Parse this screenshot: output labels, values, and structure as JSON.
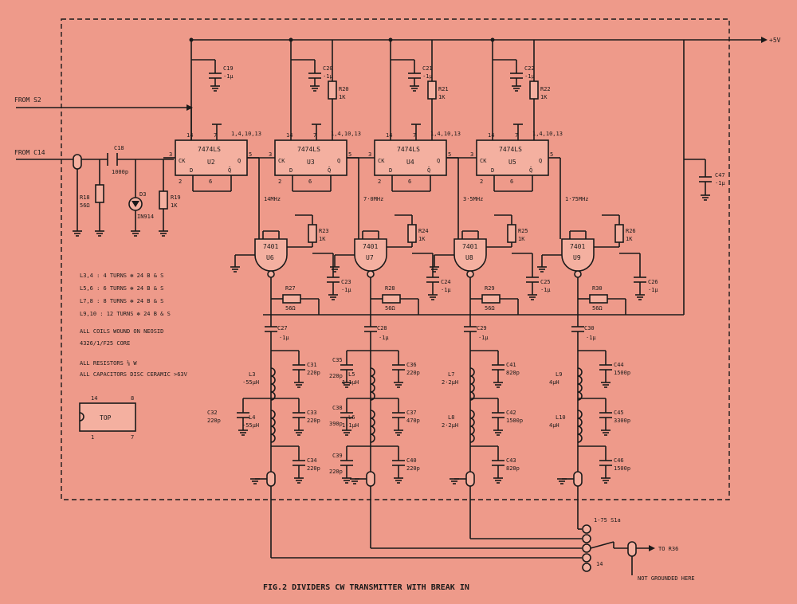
{
  "title": "FIG.2  DIVIDERS CW TRANSMITTER WITH BREAK IN",
  "supply": "+5V",
  "inputs": {
    "from_s2": "FROM S2",
    "from_c14": "FROM C14"
  },
  "output": {
    "to_r36": "TO R36",
    "not_grounded": "NOT GROUNDED HERE",
    "switch": "1-75 S1a",
    "switch_pos": "14"
  },
  "front_end": {
    "c18": "C18",
    "c18_val": "1000p",
    "r18": "R18",
    "r18_val": "56Ω",
    "d3": "D3",
    "d3_val": "IN914",
    "r19": "R19",
    "r19_val": "1K"
  },
  "flipflops": [
    {
      "type": "7474LS",
      "ref": "U2",
      "pins_vcc": "1,4,10,13",
      "cap": "C19",
      "cap_val": "·1μ",
      "res": "",
      "res_val": "",
      "freq": "14MHz"
    },
    {
      "type": "7474LS",
      "ref": "U3",
      "pins_vcc": "1,4,10,13",
      "cap": "C20",
      "cap_val": "·1μ",
      "res": "R20",
      "res_val": "1K",
      "freq": "7·0MHz"
    },
    {
      "type": "7474LS",
      "ref": "U4",
      "pins_vcc": "1,4,10,13",
      "cap": "C21",
      "cap_val": "·1μ",
      "res": "R21",
      "res_val": "1K",
      "freq": "3·5MHz"
    },
    {
      "type": "7474LS",
      "ref": "U5",
      "pins_vcc": "1,4,10,13",
      "cap": "C22",
      "cap_val": "·1μ",
      "res": "R22",
      "res_val": "1K",
      "freq": "1·75MHz"
    }
  ],
  "ff_pins": {
    "ck": "CK",
    "d": "D",
    "q": "Q",
    "qbar": "Q̄",
    "p14": "14",
    "p7": "7",
    "p3": "3",
    "p5": "5",
    "p2": "2",
    "p6": "6"
  },
  "c47": {
    "ref": "C47",
    "val": "·1μ"
  },
  "buffers": [
    {
      "type": "7401",
      "ref": "U6",
      "r_up": "R23",
      "r_up_val": "1K",
      "r_ser": "R27",
      "r_ser_val": "56Ω",
      "c_dec": "C23",
      "c_dec_val": "·1μ",
      "c_cpl": "C27",
      "c_cpl_val": "·1μ"
    },
    {
      "type": "7401",
      "ref": "U7",
      "r_up": "R24",
      "r_up_val": "1K",
      "r_ser": "R28",
      "r_ser_val": "56Ω",
      "c_dec": "C24",
      "c_dec_val": "·1μ",
      "c_cpl": "C28",
      "c_cpl_val": "·1μ"
    },
    {
      "type": "7401",
      "ref": "U8",
      "r_up": "R25",
      "r_up_val": "1K",
      "r_ser": "R29",
      "r_ser_val": "56Ω",
      "c_dec": "C25",
      "c_dec_val": "·1μ",
      "c_cpl": "C29",
      "c_cpl_val": "·1μ"
    },
    {
      "type": "7401",
      "ref": "U9",
      "r_up": "R26",
      "r_up_val": "1K",
      "r_ser": "R30",
      "r_ser_val": "56Ω",
      "c_dec": "C26",
      "c_dec_val": "·1μ",
      "c_cpl": "C30",
      "c_cpl_val": "·1μ"
    }
  ],
  "filters": [
    {
      "l1": "L3",
      "l1_val": "·55μH",
      "l2": "L4",
      "l2_val": "·55μH",
      "caps": [
        [
          "C31",
          "220p"
        ],
        [
          "C33",
          "220p"
        ],
        [
          "C34",
          "220p"
        ]
      ],
      "left_cap": [
        "C32",
        "220p"
      ]
    },
    {
      "l1": "L5",
      "l1_val": "1·1μH",
      "l2": "L6",
      "l2_val": "1·1μH",
      "caps": [
        [
          "C36",
          "220p"
        ],
        [
          "C37",
          "470p"
        ],
        [
          "C40",
          "220p"
        ]
      ],
      "left_caps": [
        [
          "C35",
          "220p"
        ],
        [
          "C38",
          "390p"
        ],
        [
          "C39",
          "220p"
        ]
      ]
    },
    {
      "l1": "L7",
      "l1_val": "2·2μH",
      "l2": "L8",
      "l2_val": "2·2μH",
      "caps": [
        [
          "C41",
          "820p"
        ],
        [
          "C42",
          "1500p"
        ],
        [
          "C43",
          "820p"
        ]
      ]
    },
    {
      "l1": "L9",
      "l1_val": "4μH",
      "l2": "L10",
      "l2_val": "4μH",
      "caps": [
        [
          "C44",
          "1500p"
        ],
        [
          "C45",
          "3300p"
        ],
        [
          "C46",
          "1500p"
        ]
      ]
    }
  ],
  "notes": [
    "L3,4 : 4 TURNS ✻ 24 B & S",
    "L5,6 : 6 TURNS ✻ 24 B & S",
    "L7,8 : 8 TURNS ✻ 24 B & S",
    "L9,10 : 12 TURNS ✻ 24 B & S",
    "ALL COILS WOUND ON NEOSID",
    "4326/1/F25 CORE",
    "ALL RESISTORS ⅛ W",
    "ALL CAPACITORS DISC CERAMIC >63V"
  ],
  "top_chip": {
    "label": "TOP",
    "p14": "14",
    "p8": "8",
    "p1": "1",
    "p7": "7"
  }
}
